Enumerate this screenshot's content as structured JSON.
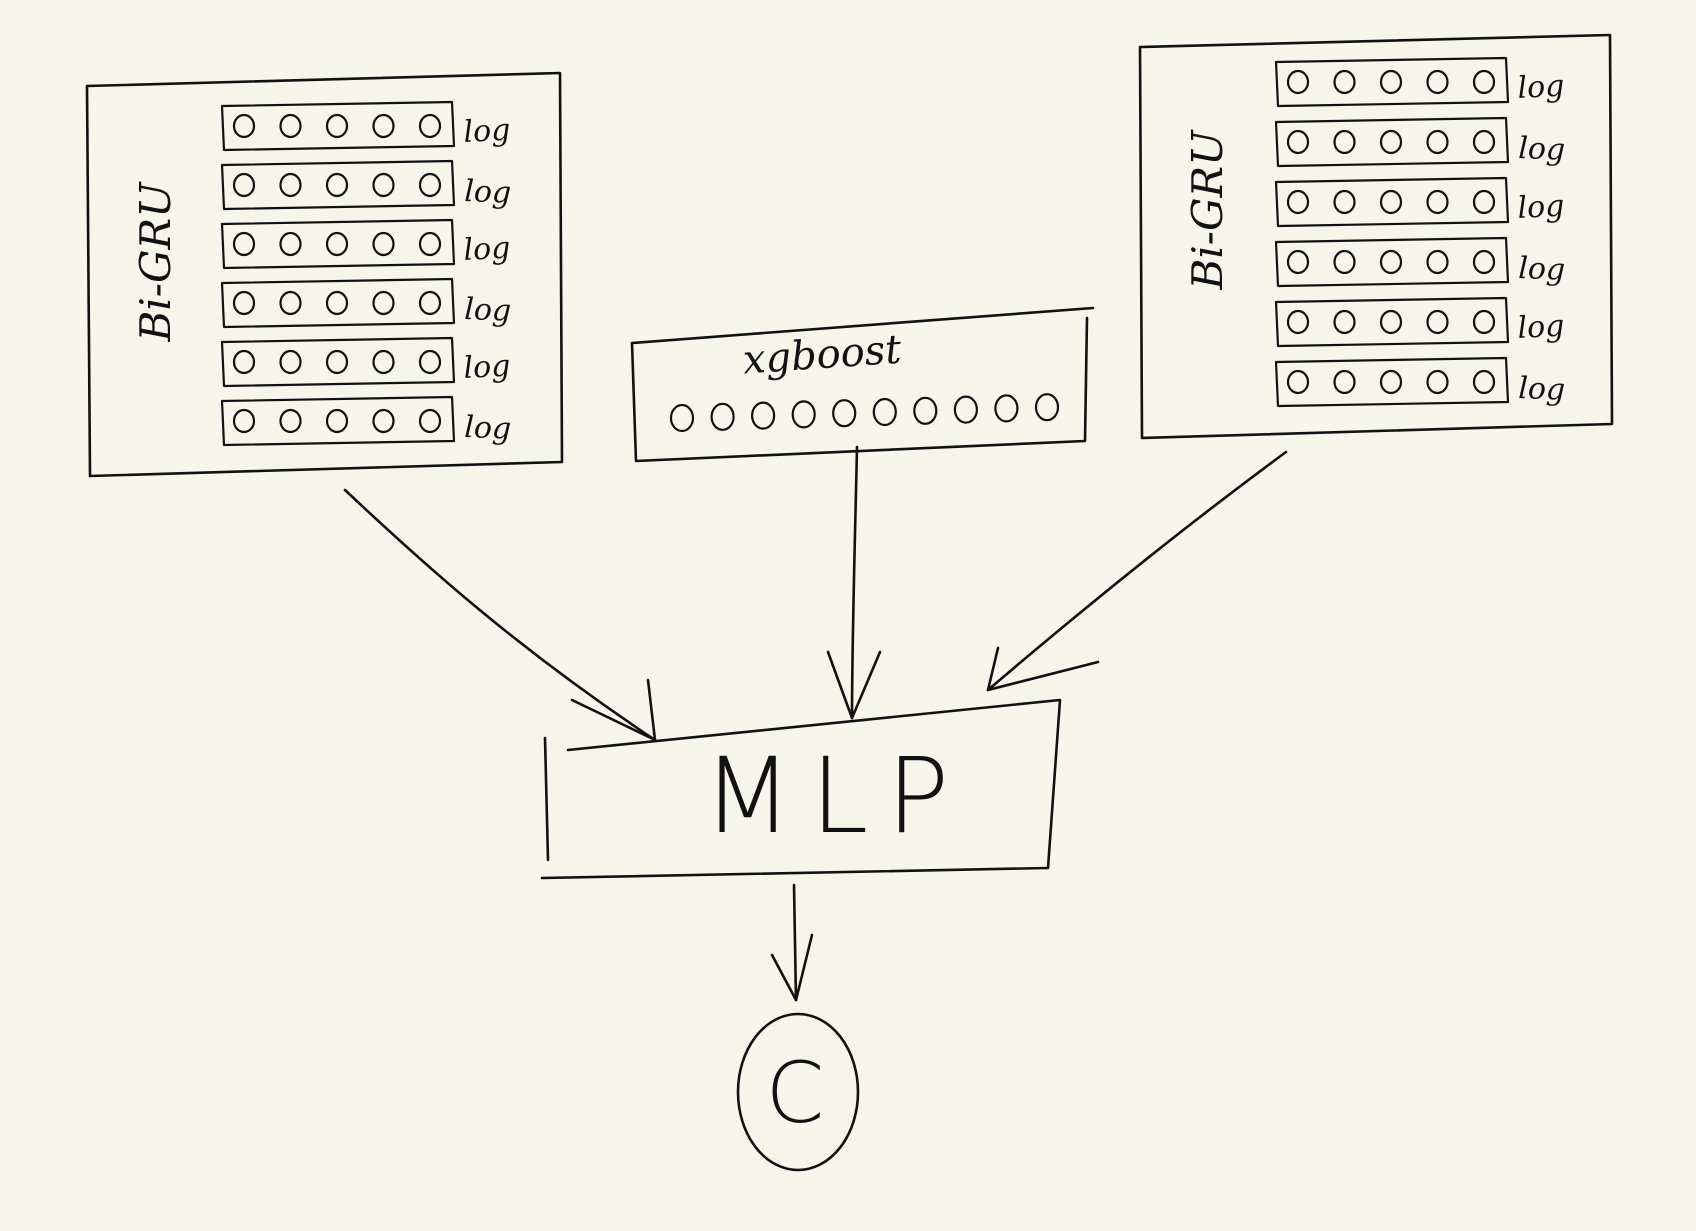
{
  "colors": {
    "background": "#f6f5ea",
    "ink": "#111111"
  },
  "left_block": {
    "title": "Bi-GRU",
    "row_label": "log",
    "rows": 6,
    "units_per_row": 5
  },
  "center_block": {
    "title": "xgboost",
    "units": 10
  },
  "right_block": {
    "title": "Bi-GRU",
    "row_label": "log",
    "rows": 6,
    "units_per_row": 5
  },
  "mlp": {
    "label": "MLP"
  },
  "output": {
    "label": "C"
  }
}
